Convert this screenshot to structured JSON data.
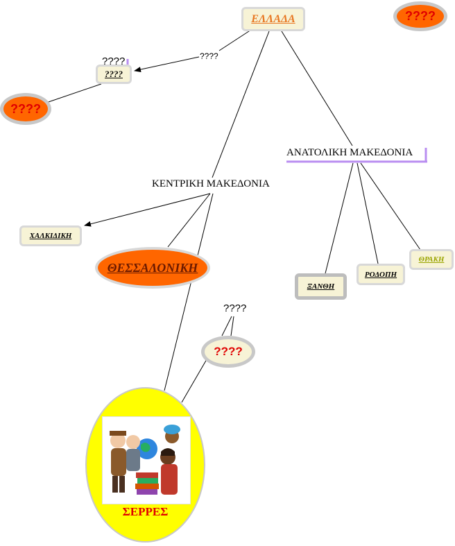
{
  "colors": {
    "ellipse_orange": "#ff6600",
    "ellipse_border": "#c8c8c8",
    "box_fill": "#f7f3d6",
    "yellow": "#ffff00",
    "red_text": "#e00000",
    "olive_text": "#9aa400",
    "link_purple": "#b98ef0"
  },
  "nodes": {
    "root": "ΕΛΛΑΔΑ",
    "top_right_bubble": "????",
    "left_box_caption": "????",
    "left_box": "????",
    "left_bubble": "????",
    "arrow_label": "????",
    "east_macedonia": "ΑΝΑΤΟΛΙΚΗ ΜΑΚΕΔΟΝΙΑ",
    "central_macedonia": "ΚΕΝΤΡΙΚΗ ΜΑΚΕΔΟΝΙΑ",
    "chalkidiki": "ΧΑΛΚΙΔΙΚΗ",
    "thessaloniki": "ΘΕΣΣΑΛΟΝΙΚΗ",
    "xanthi": "ΞΑΝΘΗ",
    "rodopi": "ΡΟΔΟΠΗ",
    "thraki": "ΘΡΑΚΗ",
    "serres_caption": "????",
    "serres_bubble": "????",
    "serres": "ΣΕΡΡΕΣ"
  }
}
